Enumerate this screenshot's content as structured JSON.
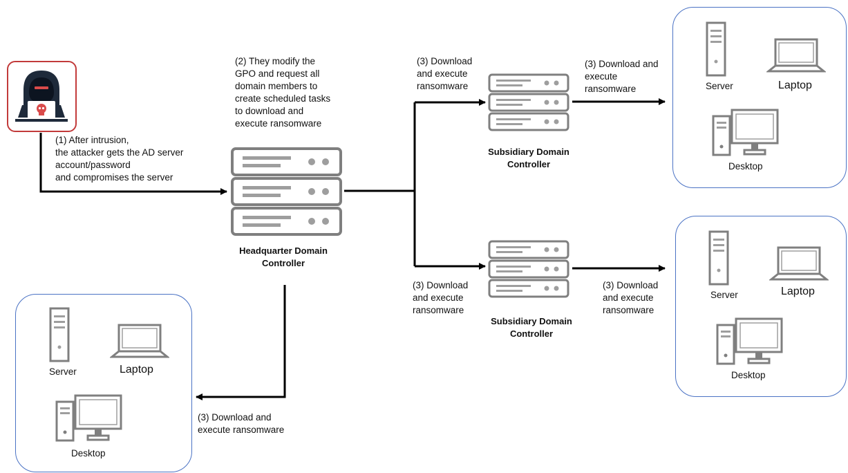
{
  "attacker": {
    "icon": "hacker-icon"
  },
  "steps": {
    "step1": "(1) After intrusion,\nthe attacker gets the AD server\naccount/password\nand compromises the server",
    "step2": "(2) They modify the\nGPO and request all\ndomain members to\ncreate scheduled tasks\nto download and\nexecute ransomware",
    "step3_top_left": "(3) Download\nand execute\nransomware",
    "step3_top_right": "(3) Download and\nexecute\nransomware",
    "step3_bottom_left": "(3) Download\nand execute\nransomware",
    "step3_bottom_right": "(3) Download\nand execute\nransomware",
    "step3_bottom": "(3) Download and\nexecute ransomware"
  },
  "controllers": {
    "headquarter": "Headquarter Domain\nController",
    "subsidiary_top": "Subsidiary Domain\nController",
    "subsidiary_bottom": "Subsidiary Domain\nController"
  },
  "groups": {
    "top_right": {
      "server": "Server",
      "laptop": "Laptop",
      "desktop": "Desktop"
    },
    "bottom_right": {
      "server": "Server",
      "laptop": "Laptop",
      "desktop": "Desktop"
    },
    "bottom_left": {
      "server": "Server",
      "laptop": "Laptop",
      "desktop": "Desktop"
    }
  },
  "colors": {
    "attacker_border": "#c23a3a",
    "attacker_accent": "#d94b4b",
    "group_border": "#4a72c4",
    "device": "#7f7f7f"
  }
}
